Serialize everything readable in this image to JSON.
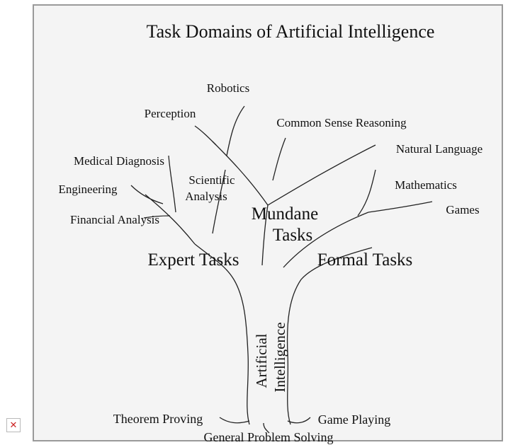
{
  "broken_image": {
    "icon": "broken-image-icon",
    "glyph": "✕",
    "color": "#cc2222"
  },
  "diagram": {
    "title": "Task Domains of Artificial Intelligence",
    "branches": {
      "mundane": {
        "title_1": "Mundane",
        "title_2": "Tasks",
        "leaves": [
          "Robotics",
          "Perception",
          "Common Sense Reasoning",
          "Natural Language"
        ]
      },
      "expert": {
        "title": "Expert Tasks",
        "leaves": [
          "Medical Diagnosis",
          "Engineering",
          "Financial Analysis",
          "Scientific",
          "Analysis"
        ]
      },
      "formal": {
        "title": "Formal Tasks",
        "leaves": [
          "Mathematics",
          "Games"
        ]
      }
    },
    "trunk": {
      "line_1": "Artificial",
      "line_2": "Intelligence"
    },
    "roots": [
      "Theorem Proving",
      "General Problem Solving",
      "Game Playing"
    ]
  }
}
